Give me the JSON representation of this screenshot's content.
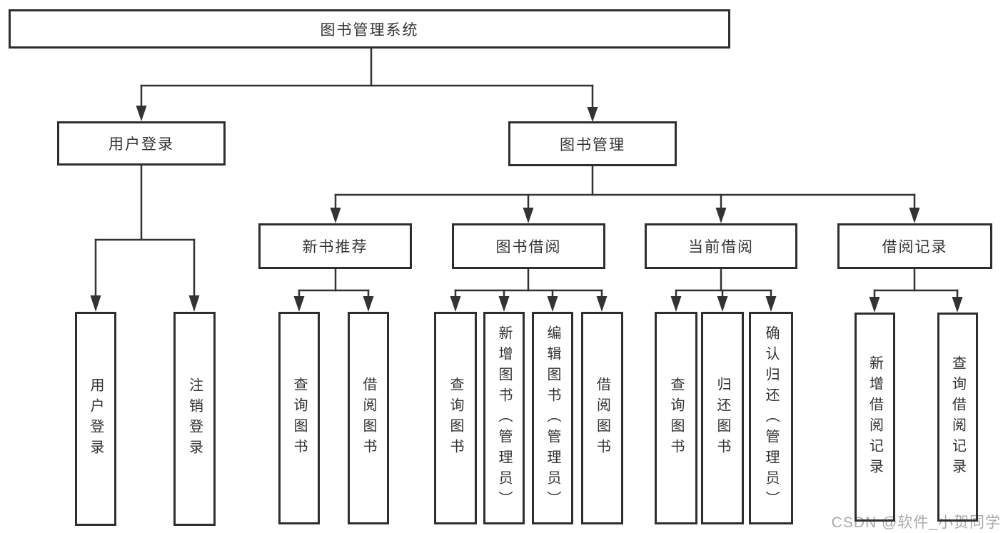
{
  "diagram": {
    "title": "图书管理系统",
    "root_label": "图书管理系统",
    "level1": {
      "user_login": "用户登录",
      "book_mgmt": "图书管理"
    },
    "level2": {
      "new_books": "新书推荐",
      "book_borrow": "图书借阅",
      "current_borrow": "当前借阅",
      "borrow_records": "借阅记录"
    },
    "leaves": {
      "login": [
        "用户登录",
        "注销登录"
      ],
      "new_books": [
        "查询图书",
        "借阅图书"
      ],
      "book_borrow": [
        "查询图书",
        "新增图书（管理员）",
        "编辑图书（管理员）",
        "借阅图书"
      ],
      "current_borrow": [
        "查询图书",
        "归还图书",
        "确认归还（管理员）"
      ],
      "borrow_records": [
        "新增借阅记录",
        "查询借阅记录"
      ]
    }
  },
  "watermark": {
    "text": "CSDN @软件_小贺同学",
    "color": "#aaaaaa"
  },
  "colors": {
    "line": "#333333",
    "box_border": "#2e2e2e",
    "text": "#333333",
    "background": "#ffffff"
  }
}
